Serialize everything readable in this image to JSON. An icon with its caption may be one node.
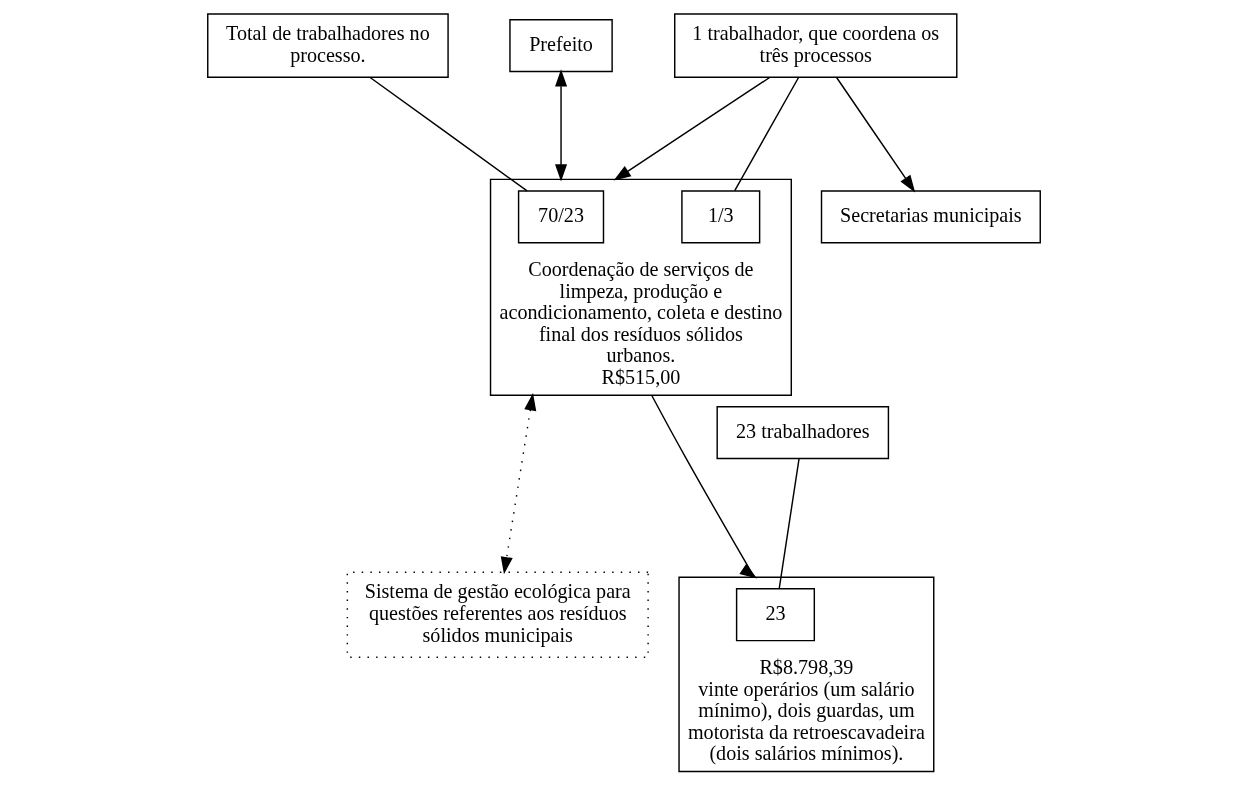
{
  "diagram": {
    "nodes": [
      {
        "text": [
          "Total de trabalhadores no processo."
        ]
      },
      {
        "text": [
          "Prefeito"
        ]
      },
      {
        "text": [
          "1 trabalhador, que coordena os três processos"
        ]
      },
      {
        "text": [
          "Secretarias municipais"
        ]
      },
      {
        "text": [
          "Coordenação de serviços de limpeza, produção e acondicionamento, coleta e destino final dos resíduos sólidos urbanos.",
          "R$515,00"
        ]
      },
      {
        "text": [
          "70/23"
        ],
        "in": 4
      },
      {
        "text": [
          "1/3"
        ],
        "in": 4
      },
      {
        "text": [
          "Sistema de gestão ecológica para questões referentes aos resíduos sólidos municipais"
        ]
      },
      {
        "text": [
          "23 trabalhadores"
        ]
      },
      {
        "text": [
          "R$8.798,39",
          "vinte operários (um salário mínimo), dois guardas, um motorista da retroescavadeira (dois salários mínimos)."
        ]
      },
      {
        "text": [
          "23"
        ],
        "in": 9
      }
    ],
    "edges": [
      {
        "from": 0,
        "to": 5,
        "arrow": "none"
      },
      {
        "from": 1,
        "to": 4,
        "arrow": "both"
      },
      {
        "from": 2,
        "to": 4,
        "arrow": "to"
      },
      {
        "from": 2,
        "to": 3,
        "arrow": "to"
      },
      {
        "from": 2,
        "to": 6,
        "arrow": "none"
      },
      {
        "from": 4,
        "to": 7,
        "arrow": "both",
        "style": "dashed"
      },
      {
        "from": 4,
        "to": 9,
        "arrow": "to"
      },
      {
        "from": 8,
        "to": 10,
        "arrow": "none"
      }
    ]
  }
}
